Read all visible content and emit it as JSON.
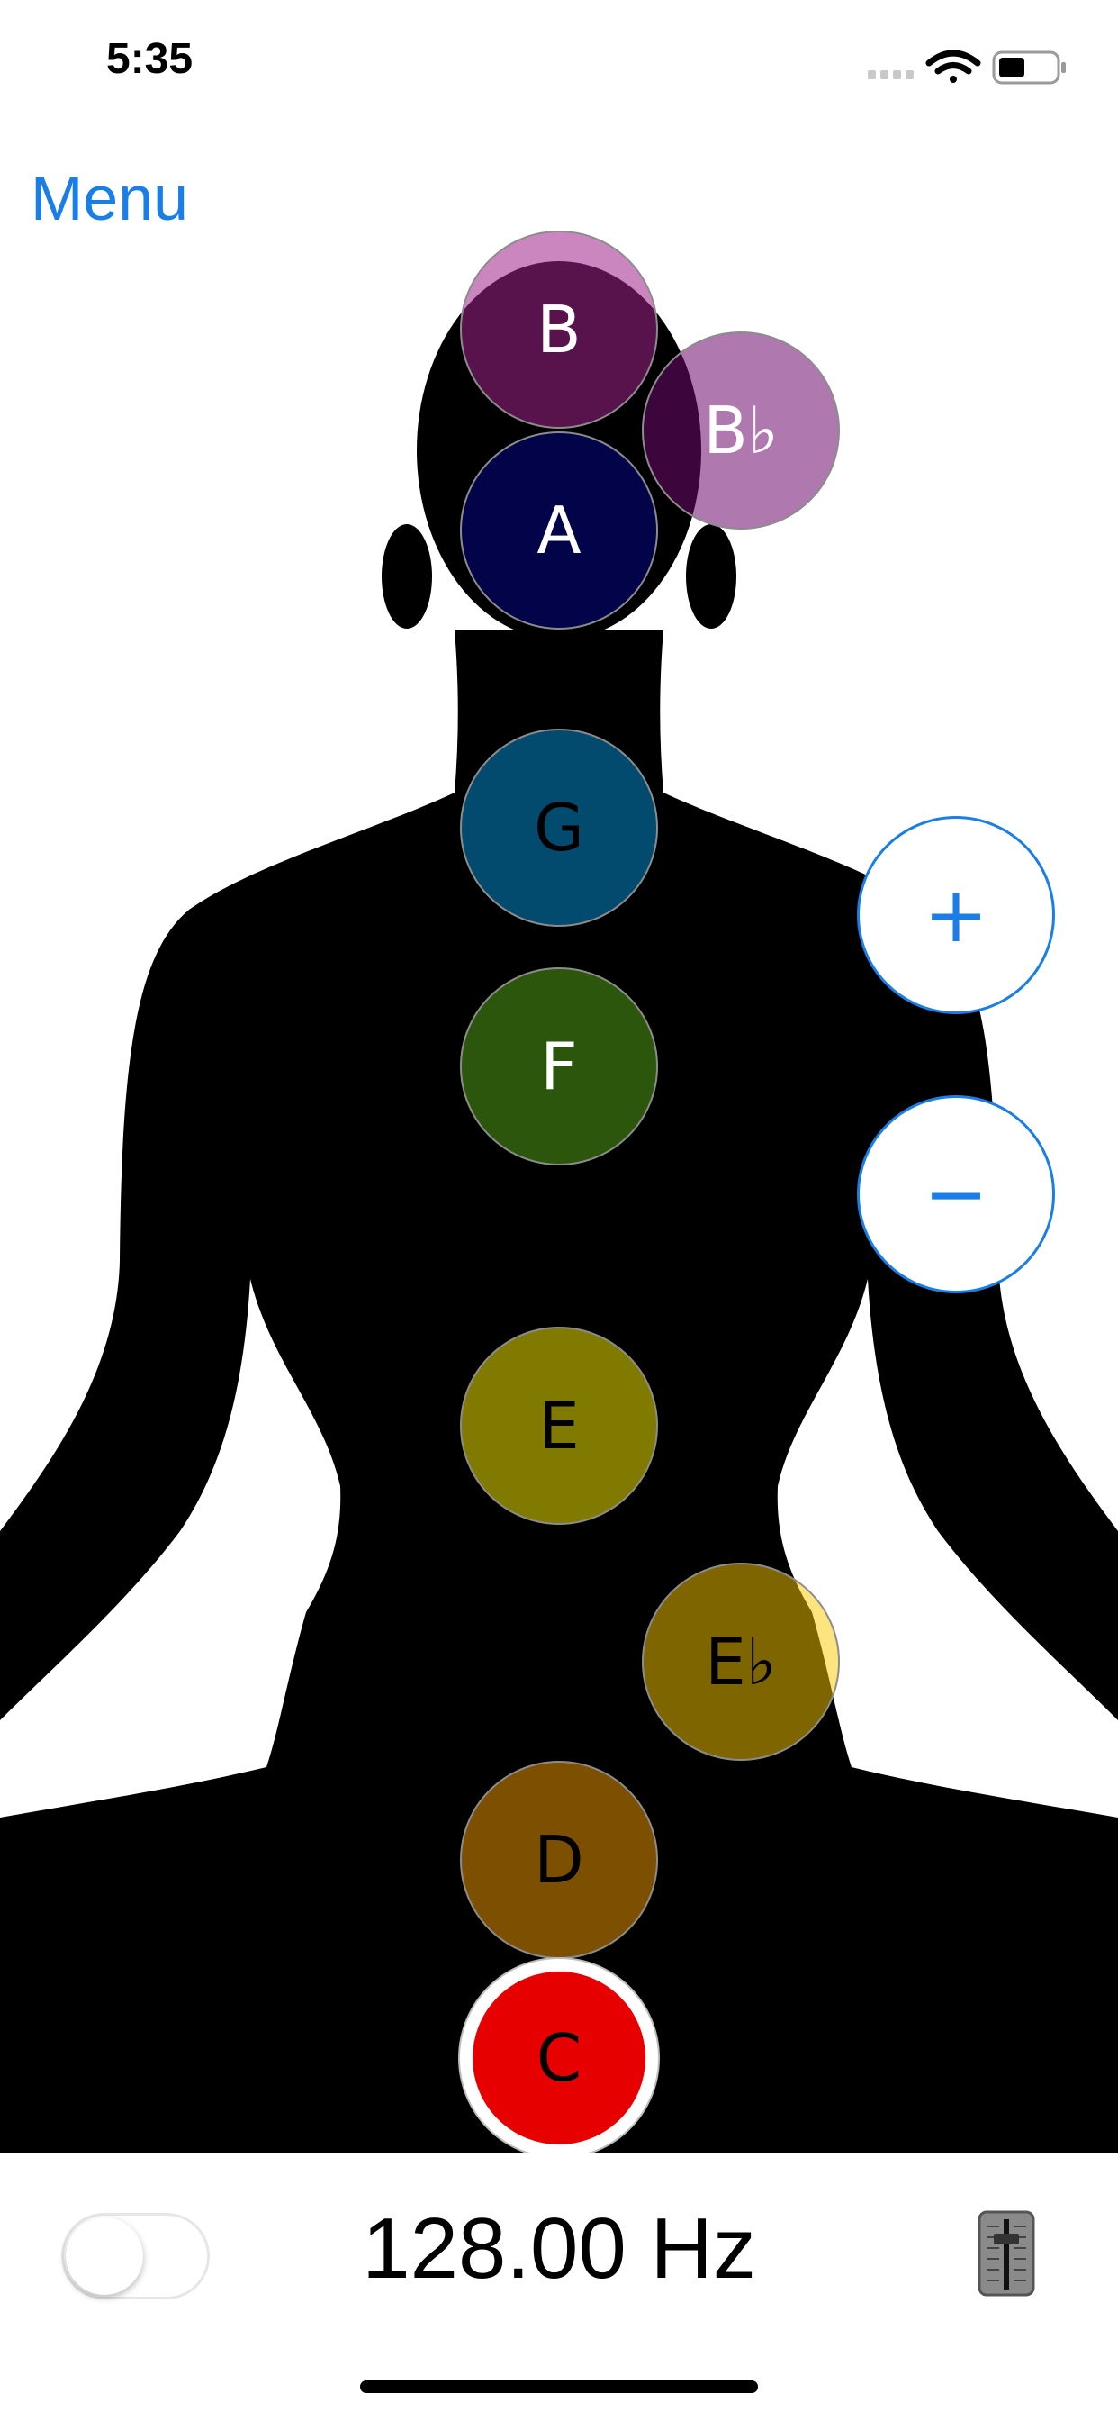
{
  "status_bar": {
    "time": "5:35",
    "icons": [
      "signal-icon",
      "wifi-icon",
      "battery-icon"
    ]
  },
  "header": {
    "menu_label": "Menu"
  },
  "notes": [
    {
      "label": "B",
      "color": "#a0228c",
      "text_color": "#ffffff"
    },
    {
      "label": "B♭",
      "color": "#6e0a6e",
      "text_color": "#ffffff"
    },
    {
      "label": "A",
      "color": "#03034a",
      "text_color": "#ffffff"
    },
    {
      "label": "G",
      "color": "#034b6e",
      "text_color": "#000000"
    },
    {
      "label": "F",
      "color": "#2b560b",
      "text_color": "#ffffff"
    },
    {
      "label": "E",
      "color": "#807a00",
      "text_color": "#000000"
    },
    {
      "label": "E♭",
      "color": "#7e6500",
      "text_color": "#000000"
    },
    {
      "label": "D",
      "color": "#7c5000",
      "text_color": "#000000"
    },
    {
      "label": "C",
      "color": "#e60000",
      "text_color": "#000000",
      "selected": true
    }
  ],
  "controls": {
    "plus_label": "+",
    "minus_label": "−",
    "accent": "#1a7ee6"
  },
  "bottom_bar": {
    "frequency": "128.00 Hz",
    "toggle_on": false,
    "mixer_icon": "mixer-slider-icon"
  }
}
